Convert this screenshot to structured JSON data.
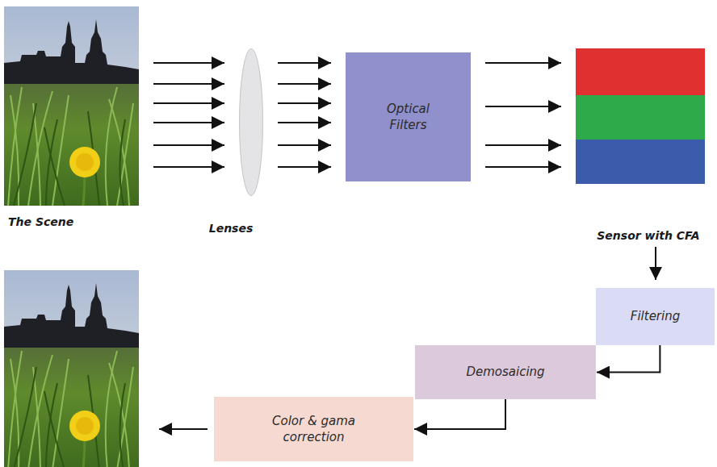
{
  "diagram": {
    "nodes": [
      {
        "text": [
          "The Scene"
        ]
      },
      {
        "text": [
          "Lenses"
        ]
      },
      {
        "text": [
          "Optical Filters"
        ]
      },
      {
        "text": [
          "Sensor with CFA"
        ]
      },
      {
        "text": [
          "Filtering"
        ]
      },
      {
        "text": [
          "Demosaicing"
        ]
      },
      {
        "text": [
          "Color & gama correction"
        ]
      }
    ],
    "edges": [
      {
        "from": 0,
        "to": 1,
        "arrow": "to"
      },
      {
        "from": 1,
        "to": 2,
        "arrow": "to"
      },
      {
        "from": 2,
        "to": 3,
        "arrow": "to"
      },
      {
        "from": 3,
        "to": 4,
        "arrow": "to"
      },
      {
        "from": 4,
        "to": 5,
        "arrow": "to"
      },
      {
        "from": 5,
        "to": 6,
        "arrow": "to"
      }
    ]
  }
}
